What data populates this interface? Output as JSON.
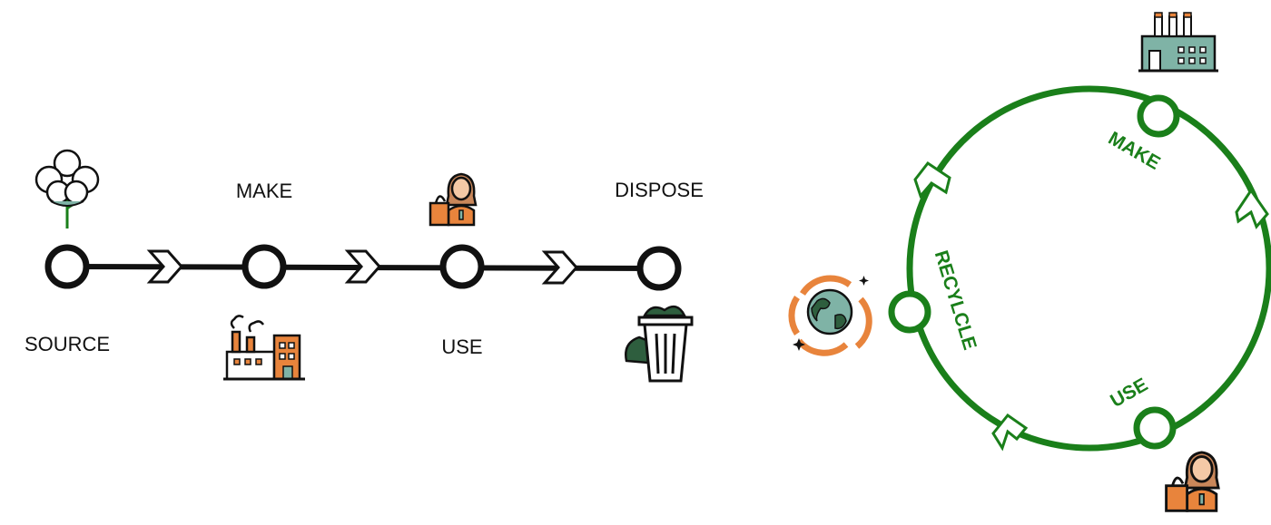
{
  "linear": {
    "stages": [
      {
        "label": "SOURCE",
        "icon": "cotton-plant-icon"
      },
      {
        "label": "MAKE",
        "icon": "factory-icon"
      },
      {
        "label": "USE",
        "icon": "shopper-icon"
      },
      {
        "label": "DISPOSE",
        "icon": "trash-bin-icon"
      }
    ],
    "line_color": "#111111"
  },
  "circular": {
    "labels": {
      "make": "MAKE",
      "use": "USE",
      "recycle": "RECYLCLE"
    },
    "icons": {
      "make": "factory-icon",
      "use": "shopper-icon",
      "recycle": "globe-recycle-icon"
    },
    "ring_color": "#1a7f1a"
  },
  "colors": {
    "orange": "#e8843c",
    "green": "#1a7f1a",
    "teal": "#7fb3a6",
    "black": "#111111"
  }
}
